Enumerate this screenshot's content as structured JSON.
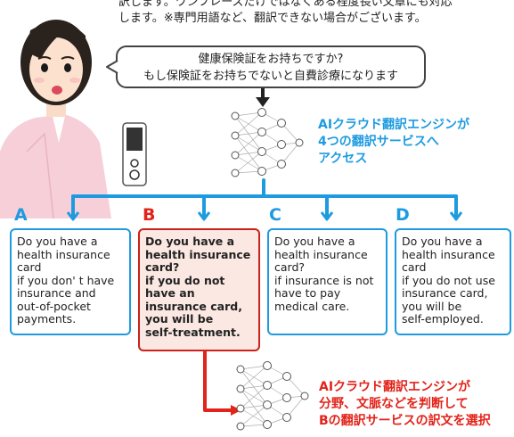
{
  "header_text": {
    "line1": "訳します。ワンフレーズだけではなくある程度長い文章にも対応",
    "line2": "します。※専門用語など、翻訳できない場合がございます。"
  },
  "speech_bubble": {
    "line1": "健康保険証をお持ちですか?",
    "line2": "もし保険証をお持ちでないと自費診療になります"
  },
  "ai_access_label": [
    "AIクラウド翻訳エンジンが",
    "4つの翻訳サービスへ",
    "アクセス"
  ],
  "options": [
    {
      "letter": "A",
      "lines": [
        "Do you have a",
        "health insurance",
        "card",
        "if you don' t have",
        "insurance and",
        "out-of-pocket",
        "payments."
      ]
    },
    {
      "letter": "B",
      "lines": [
        "Do you have a",
        "health insurance",
        "card?",
        "if you do not",
        "have an",
        "insurance card,",
        "you will be",
        "self-treatment."
      ]
    },
    {
      "letter": "C",
      "lines": [
        "Do you have a",
        "health insurance",
        "card?",
        "if insurance is not",
        "have to pay",
        "medical care."
      ]
    },
    {
      "letter": "D",
      "lines": [
        "Do you have a",
        "health insurance",
        "card",
        "if you do not use",
        "insurance card,",
        "you will be",
        "self-employed."
      ]
    }
  ],
  "ai_select_label": [
    "AIクラウド翻訳エンジンが",
    "分野、文脈などを判断して",
    "Bの翻訳サービスの訳文を選択"
  ],
  "colors": {
    "blue": "#1e9be0",
    "red": "#e2231a",
    "selected_fill": "#fbe8e2"
  }
}
